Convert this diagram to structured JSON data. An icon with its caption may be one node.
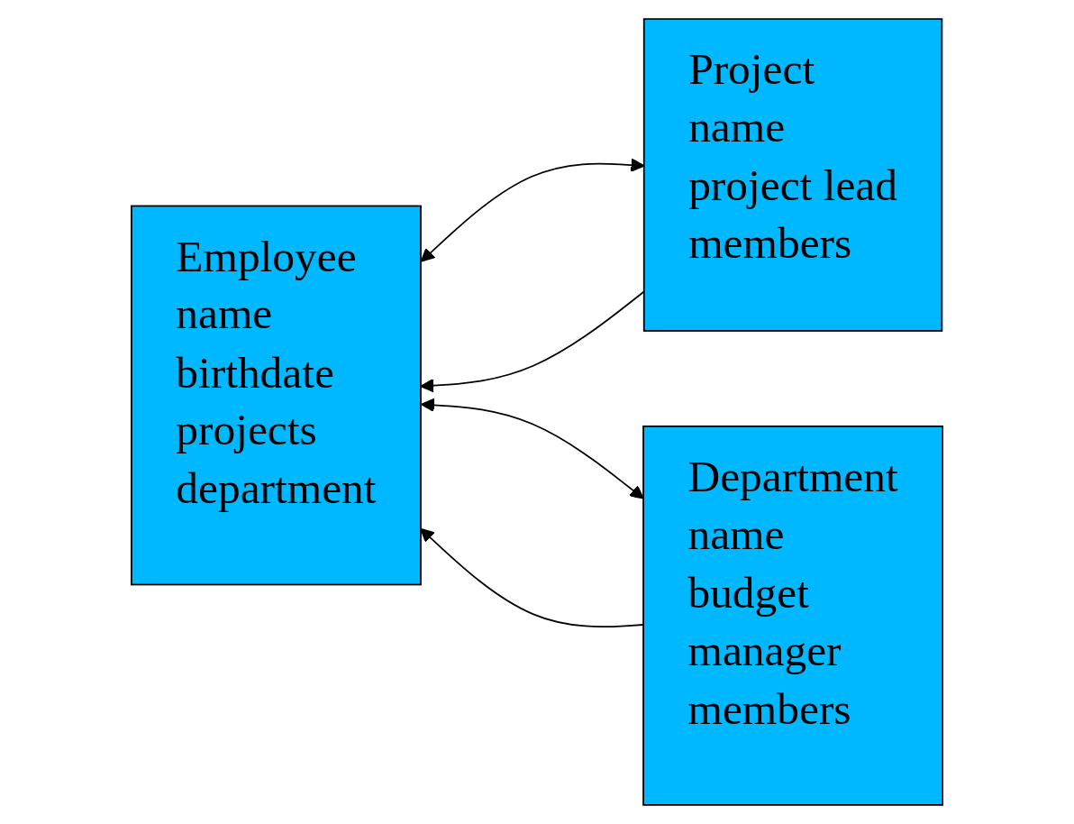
{
  "diagram": {
    "nodes": [
      {
        "text": [
          "Employee",
          "name",
          "birthdate",
          "projects",
          "department"
        ]
      },
      {
        "text": [
          "Project",
          "name",
          "project lead",
          "members"
        ]
      },
      {
        "text": [
          "Department",
          "name",
          "budget",
          "manager",
          "members"
        ]
      }
    ],
    "edges": [
      {
        "from": 1,
        "to": 0,
        "arrow": "to"
      },
      {
        "from": 0,
        "to": 1,
        "arrow": "both"
      },
      {
        "from": 2,
        "to": 0,
        "arrow": "to"
      },
      {
        "from": 0,
        "to": 2,
        "arrow": "both"
      }
    ]
  }
}
